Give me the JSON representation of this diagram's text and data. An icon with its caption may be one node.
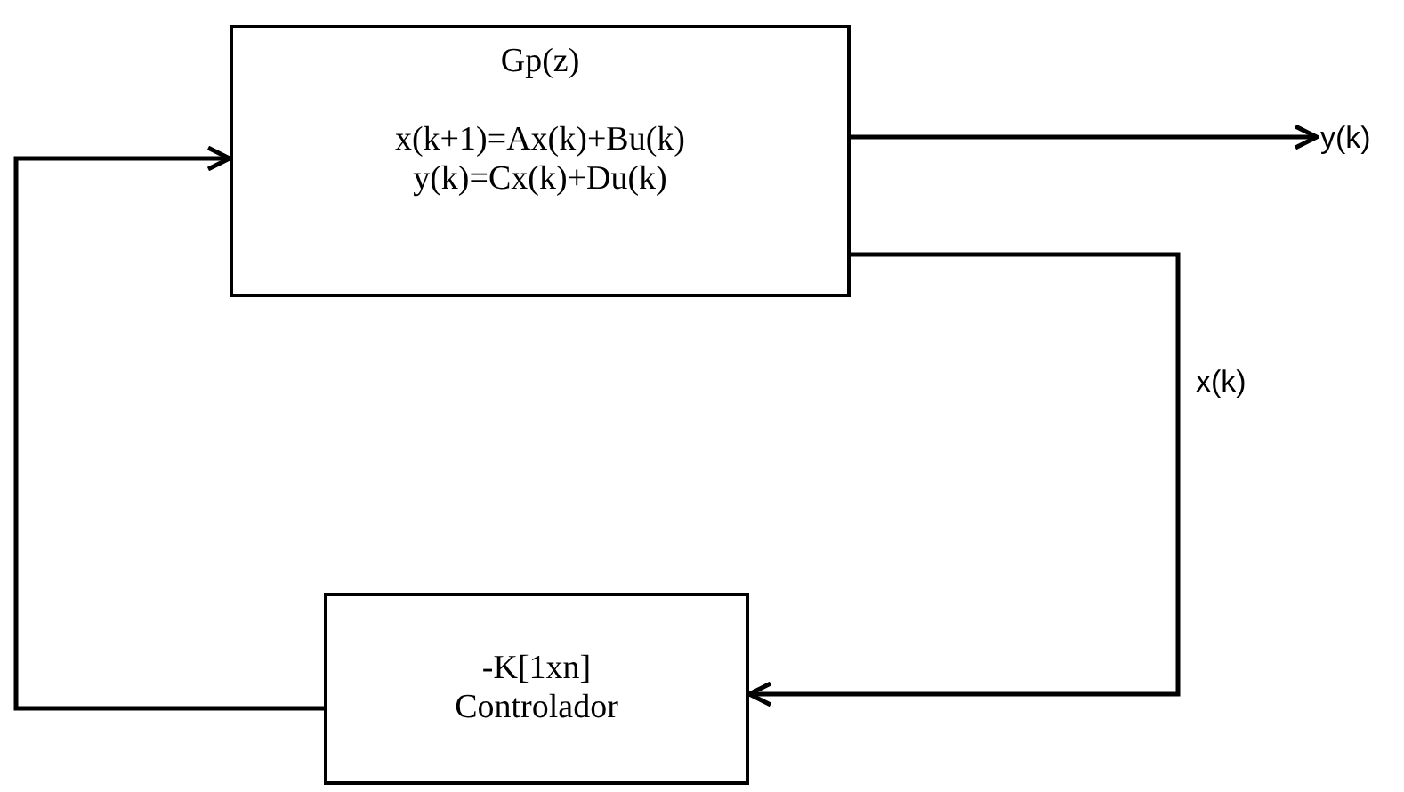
{
  "diagram": {
    "nodes": [
      {
        "text": [
          "Gp(z)",
          "x(k+1)=Ax(k)+Bu(k) y(k)=Cx(k)+Du(k)"
        ]
      },
      {
        "text": [
          "-K[1xn] Controlador"
        ]
      },
      {
        "text": [
          "y(k)"
        ]
      }
    ],
    "edges": [
      {
        "from": 0,
        "to": 2,
        "arrow": "to"
      },
      {
        "from": 0,
        "to": 1,
        "arrow": "to",
        "label": "x(k)"
      },
      {
        "from": 1,
        "to": 0,
        "arrow": "to"
      }
    ]
  }
}
